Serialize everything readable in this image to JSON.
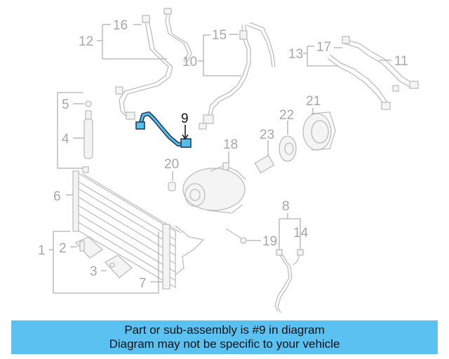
{
  "diagram": {
    "highlighted_part": "9",
    "labels": {
      "p1": "1",
      "p2": "2",
      "p3": "3",
      "p4": "4",
      "p5": "5",
      "p6": "6",
      "p7": "7",
      "p8": "8",
      "p9": "9",
      "p10": "10",
      "p11": "11",
      "p12": "12",
      "p13": "13",
      "p14": "14",
      "p15": "15",
      "p16": "16",
      "p17": "17",
      "p18": "18",
      "p19": "19",
      "p20": "20",
      "p21": "21",
      "p22": "22",
      "p23": "23"
    },
    "colors": {
      "highlight_stroke": "#1a3550",
      "highlight_fill": "#58bde8",
      "ghost": "#bdbdbd",
      "banner": "#5bc1f0"
    }
  },
  "caption": {
    "line1": "Part or sub-assembly is #9 in diagram",
    "line2": "Diagram may not be specific to your vehicle"
  }
}
